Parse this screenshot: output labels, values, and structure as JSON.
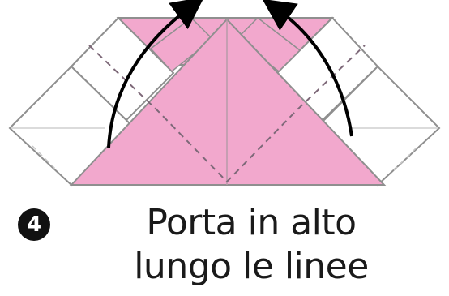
{
  "step": {
    "number": "4"
  },
  "caption": {
    "line1": "Porta in alto",
    "line2": "lungo le linee"
  },
  "colors": {
    "paper_color": "#f2a8cd",
    "paper_white": "#ffffff",
    "outline": "#8f8f8f",
    "fold_lines": "#7d6878",
    "arrow": "#000000",
    "text": "#1a1a1a"
  },
  "icons": {
    "step_badge": "filled-circle-number",
    "arrows": "curved-fold-arrow"
  }
}
